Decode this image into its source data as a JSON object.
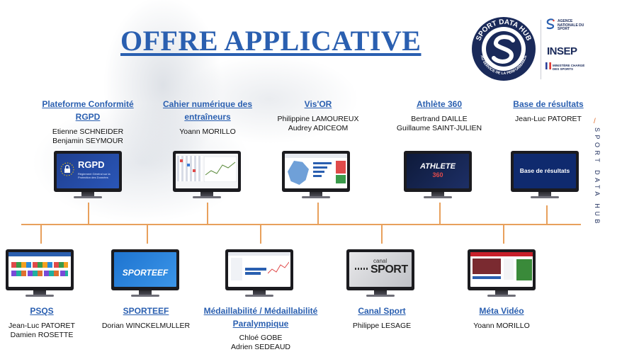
{
  "title": "OFFRE APPLICATIVE",
  "logo": {
    "hub_text_top": "SPORT DATA HUB",
    "hub_text_bottom": "AU SERVICE DE LA PERFORMANCE",
    "ans": "AGENCE NATIONALE DU SPORT",
    "insep": "INSEP",
    "ministere": "MINISTÈRE CHARGÉ DES SPORTS"
  },
  "side_label": "SPORT DATA HUB",
  "side_slash": "/",
  "colors": {
    "title": "#2a5fb0",
    "timeline": "#e8a05c",
    "navy": "#1a2a5a"
  },
  "top_items": [
    {
      "title": "Plateforme Conformité RGPD",
      "people": [
        "Etienne SCHNEIDER",
        "Benjamin SEYMOUR"
      ],
      "screen_label": "RGPD",
      "screen_sub": "Règlement Général sur la Protection des Données"
    },
    {
      "title": "Cahier numérique des entraîneurs",
      "people": [
        "Yoann MORILLO"
      ]
    },
    {
      "title": "Vis'OR",
      "people": [
        "Philippine LAMOUREUX",
        "Audrey ADICEOM"
      ]
    },
    {
      "title": "Athlète 360",
      "people": [
        "Bertrand DAILLE",
        "Guillaume SAINT-JULIEN"
      ],
      "screen_label": "ATHLETE",
      "screen_sub": "360"
    },
    {
      "title": "Base de résultats",
      "people": [
        "Jean-Luc PATORET"
      ],
      "screen_label": "Base de résultats"
    }
  ],
  "bottom_items": [
    {
      "title": "PSQS",
      "people": [
        "Jean-Luc PATORET",
        "Damien ROSETTE"
      ]
    },
    {
      "title": "SPORTEEF",
      "people": [
        "Dorian WINCKELMULLER"
      ],
      "screen_label": "SPORTEEF"
    },
    {
      "title": "Médaillabilité / Médaillabilité Paralympique",
      "people": [
        "Chloé GOBE",
        "Adrien SEDEAUD"
      ]
    },
    {
      "title": "Canal Sport",
      "people": [
        "Philippe LESAGE"
      ],
      "screen_label": "canal",
      "screen_sub": "SPORT"
    },
    {
      "title": "Méta Vidéo",
      "people": [
        "Yoann MORILLO"
      ]
    }
  ]
}
